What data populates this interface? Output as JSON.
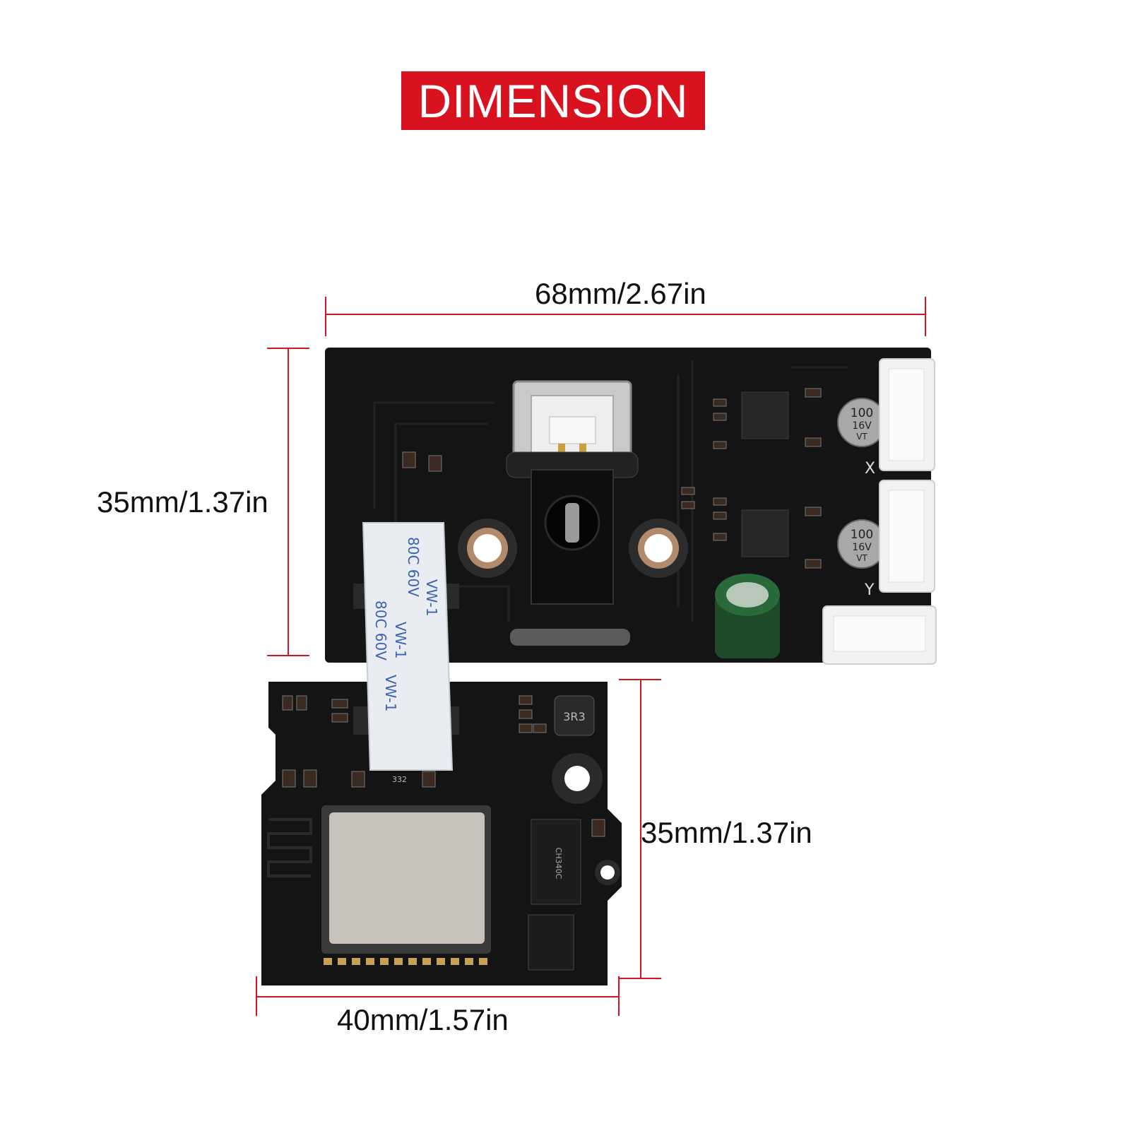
{
  "banner": {
    "title": "DIMENSION",
    "color": "#d8121f"
  },
  "dimensions": {
    "top_width": "68mm/2.67in",
    "left_height": "35mm/1.37in",
    "right_height": "35mm/1.37in",
    "bottom_width": "40mm/1.57in"
  },
  "board_markings": {
    "cap_value": "100",
    "cap_voltage": "16V",
    "cap_series": "VT",
    "port_x": "X",
    "port_y": "Y",
    "ribbon_text": "VW-1",
    "ribbon_spec": "80C 60V",
    "chip_label": "CH340C",
    "inductor_label": "3R3",
    "resistor_code": "332"
  },
  "colors": {
    "pcb": "#141414",
    "connector": "#f2f2f2",
    "dimension_line": "#d8121f"
  }
}
